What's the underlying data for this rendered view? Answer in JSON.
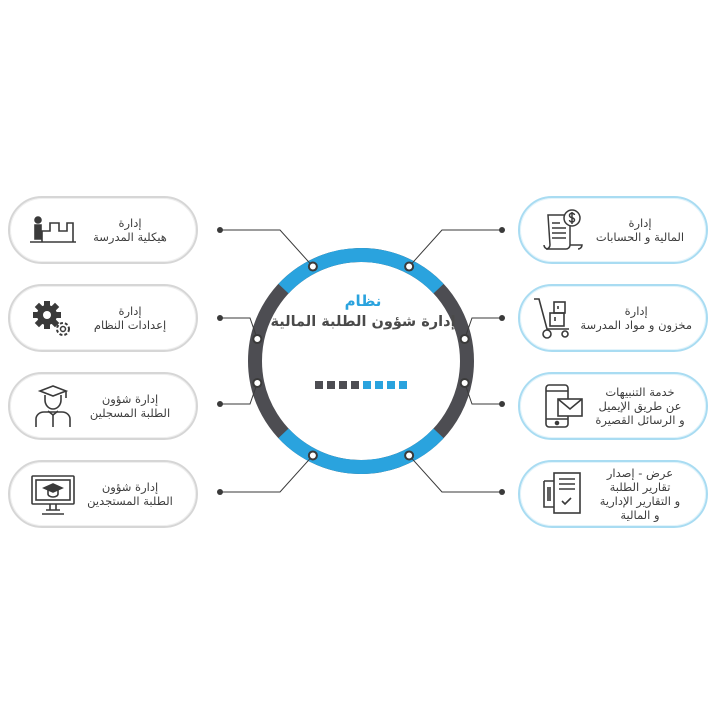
{
  "center": {
    "line1": "نظام",
    "line2": "إدارة شؤون الطلبة المالية",
    "steps": [
      {
        "color": "#4d4d52"
      },
      {
        "color": "#4d4d52"
      },
      {
        "color": "#4d4d52"
      },
      {
        "color": "#4d4d52"
      },
      {
        "color": "#2aa3de"
      },
      {
        "color": "#2aa3de"
      },
      {
        "color": "#2aa3de"
      },
      {
        "color": "#2aa3de"
      }
    ]
  },
  "colors": {
    "ring_dark": "#4d4d52",
    "ring_blue": "#2aa3de",
    "connector": "#3a3a3a"
  },
  "left": [
    {
      "l1": "إدارة",
      "l2": "هيكلية المدرسة",
      "icon": "school-structure-icon"
    },
    {
      "l1": "إدارة",
      "l2": "إعدادات النظام",
      "icon": "gears-icon"
    },
    {
      "l1": "إدارة شؤون",
      "l2": "الطلبة المسجلين",
      "icon": "graduate-student-icon"
    },
    {
      "l1": "إدارة شؤون",
      "l2": "الطلبة المستجدين",
      "icon": "computer-graduation-icon"
    }
  ],
  "right": [
    {
      "l1": "إدارة",
      "l2": "المالية و الحسابات",
      "icon": "invoice-dollar-icon"
    },
    {
      "l1": "إدارة",
      "l2": "مخزون و مواد المدرسة",
      "icon": "hand-truck-icon"
    },
    {
      "l1": "خدمة التنبيهات",
      "l2": "عن طريق الإيميل",
      "l3": "و الرسائل القصيرة",
      "icon": "phone-email-icon"
    },
    {
      "l1": "عرض - إصدار",
      "l2": "تقارير الطلبة",
      "l3": "و التقارير الإدارية",
      "l4": "و المالية",
      "icon": "report-document-icon"
    }
  ]
}
